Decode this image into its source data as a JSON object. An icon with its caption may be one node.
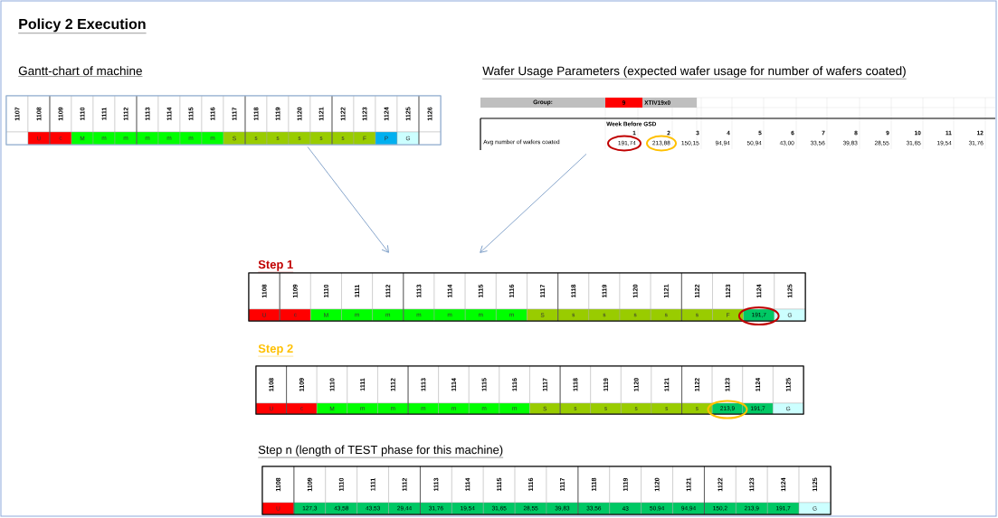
{
  "diagram": {
    "title": "Policy 2 Execution",
    "nodes": [
      {
        "text": [
          "Gantt-chart of machine",
          "1107",
          "1108",
          "1109",
          "1110",
          "1111",
          "1112",
          "1113",
          "1114",
          "1115",
          "1116",
          "1117",
          "1118",
          "1119",
          "1120",
          "1121",
          "1122",
          "1123",
          "1124",
          "1125",
          "1126",
          "U",
          "c",
          "M",
          "m",
          "m",
          "m",
          "m",
          "m",
          "m",
          "S",
          "s",
          "s",
          "s",
          "s",
          "s",
          "F",
          "P",
          "G"
        ]
      },
      {
        "text": [
          "Wafer Usage Parameters (expected wafer usage for number of wafers coated)",
          "Group:",
          "9",
          "XTIV19x0",
          "Week Before GSD",
          "1",
          "2",
          "3",
          "4",
          "5",
          "6",
          "7",
          "8",
          "9",
          "10",
          "11",
          "12",
          "Avg number of wafers coated",
          "191,74",
          "213,88",
          "150,15",
          "94,94",
          "50,94",
          "43,00",
          "33,56",
          "39,83",
          "28,55",
          "31,65",
          "19,54",
          "31,76"
        ]
      },
      {
        "text": [
          "Step 1",
          "1108",
          "1109",
          "1110",
          "1111",
          "1112",
          "1113",
          "1114",
          "1115",
          "1116",
          "1117",
          "1118",
          "1119",
          "1120",
          "1121",
          "1122",
          "1123",
          "1124",
          "1125",
          "U",
          "c",
          "M",
          "m",
          "m",
          "m",
          "m",
          "m",
          "m",
          "S",
          "s",
          "s",
          "s",
          "s",
          "s",
          "F",
          "191,7",
          "G"
        ]
      },
      {
        "text": [
          "Step 2",
          "1108",
          "1109",
          "1110",
          "1111",
          "1112",
          "1113",
          "1114",
          "1115",
          "1116",
          "1117",
          "1118",
          "1119",
          "1120",
          "1121",
          "1122",
          "1123",
          "1124",
          "1125",
          "U",
          "c",
          "M",
          "m",
          "m",
          "m",
          "m",
          "m",
          "m",
          "S",
          "s",
          "s",
          "s",
          "s",
          "s",
          "213,9",
          "191,7",
          "G"
        ]
      },
      {
        "text": [
          "Step n (length of TEST phase for this machine)",
          "1108",
          "1109",
          "1110",
          "1111",
          "1112",
          "1113",
          "1114",
          "1115",
          "1116",
          "1117",
          "1118",
          "1119",
          "1120",
          "1121",
          "1122",
          "1123",
          "1124",
          "1125",
          "U",
          "127,3",
          "43,58",
          "43,53",
          "29,44",
          "31,76",
          "19,54",
          "31,65",
          "28,55",
          "39,83",
          "33,56",
          "43",
          "50,94",
          "94,94",
          "150,2",
          "213,9",
          "191,7",
          "G"
        ]
      }
    ],
    "edges": [
      {
        "from": 0,
        "to": 2,
        "arrow": "to"
      },
      {
        "from": 1,
        "to": 2,
        "arrow": "to"
      }
    ]
  }
}
